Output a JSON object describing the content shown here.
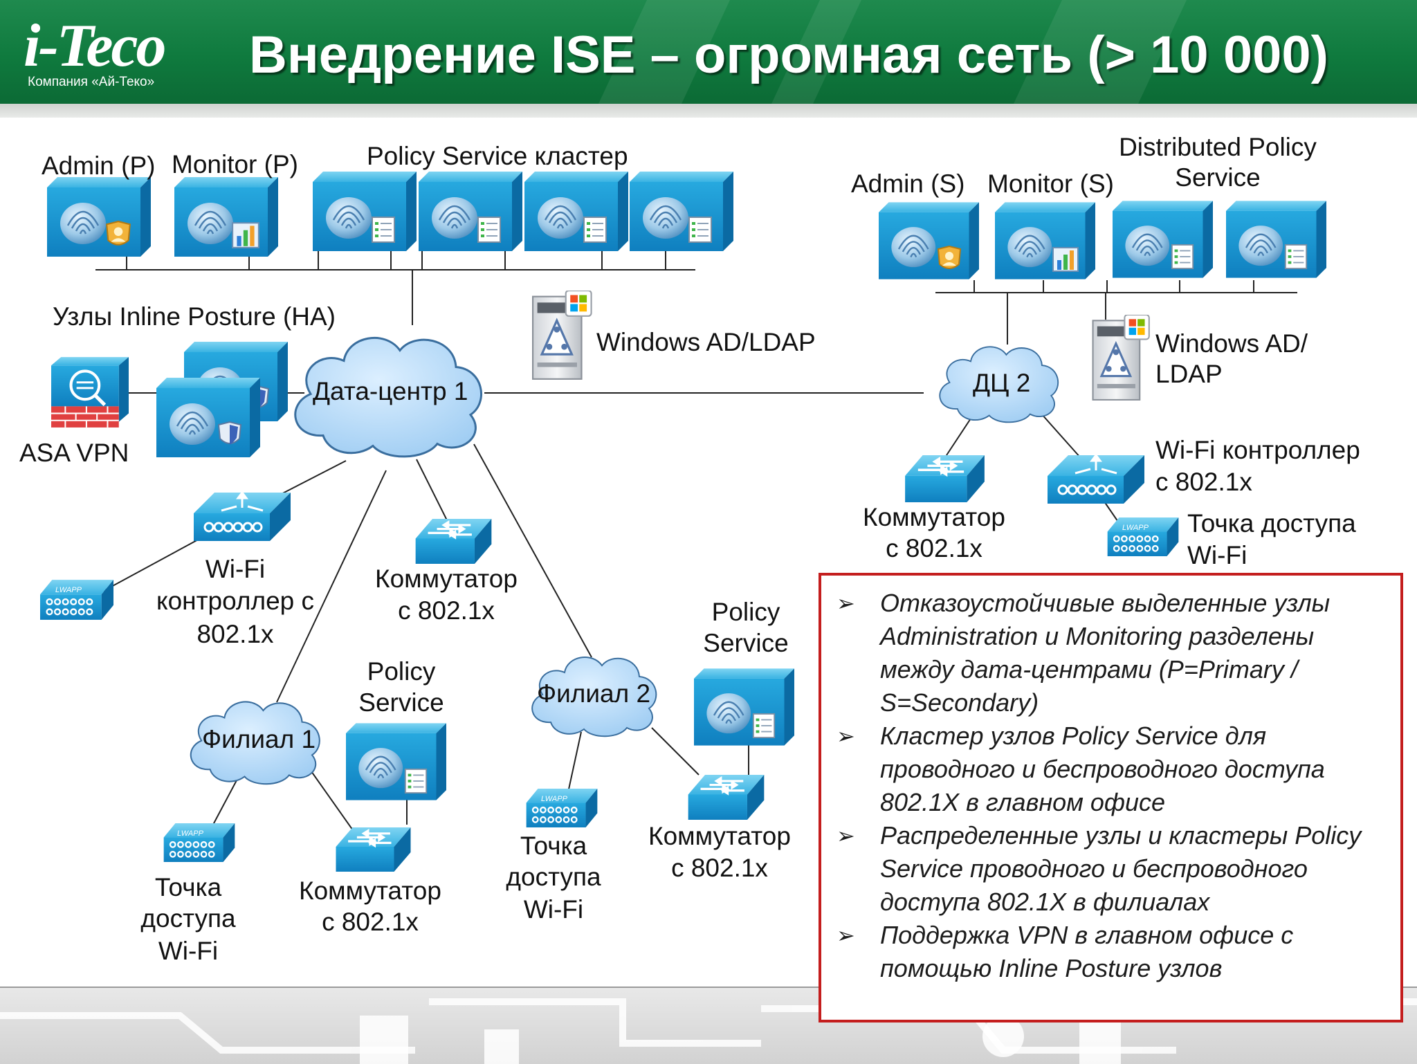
{
  "header": {
    "logo_main": "i-Teco",
    "logo_sub": "Компания «Ай-Теко»",
    "title": "Внедрение ISE – огромная сеть (> 10 000)"
  },
  "labels": {
    "admin_p": "Admin (P)",
    "monitor_p": "Monitor (P)",
    "ps_cluster": "Policy Service кластер",
    "admin_s": "Admin (S)",
    "monitor_s": "Monitor (S)",
    "dist_ps_1": "Distributed Policy",
    "dist_ps_2": "Service",
    "inline_posture": "Узлы Inline Posture (HA)",
    "asa_vpn": "ASA VPN",
    "win_ad_1": "Windows AD/LDAP",
    "win_ad_2a": "Windows AD/",
    "win_ad_2b": "LDAP",
    "dc1": "Дата-центр 1",
    "dc2": "ДЦ 2",
    "branch1": "Филиал 1",
    "branch2": "Филиал 2",
    "wlc_main_1": "Wi-Fi",
    "wlc_main_2": "контроллер с",
    "wlc_main_3": "802.1x",
    "sw_main_1": "Коммутатор",
    "sw_main_2": "с 802.1x",
    "ps_b1_1": "Policy",
    "ps_b1_2": "Service",
    "ps_b2_1": "Policy",
    "ps_b2_2": "Service",
    "ap_b1_1": "Точка",
    "ap_b1_2": "доступа",
    "ap_b1_3": "Wi-Fi",
    "sw_b1_1": "Коммутатор",
    "sw_b1_2": "с 802.1x",
    "ap_b2_1": "Точка",
    "ap_b2_2": "доступа",
    "ap_b2_3": "Wi-Fi",
    "sw_b2_1": "Коммутатор",
    "sw_b2_2": "с 802.1x",
    "sw_dc2_1": "Коммутатор",
    "sw_dc2_2": "с 802.1x",
    "wlc_dc2_1": "Wi-Fi контроллер",
    "wlc_dc2_2": "с 802.1x",
    "ap_dc2_1": "Точка доступа",
    "ap_dc2_2": "Wi-Fi",
    "lwapp": "LWAPP"
  },
  "notes": [
    "Отказоустойчивые выделенные узлы Administration и Monitoring разделены между дата-центрами (P=Primary / S=Secondary)",
    "Кластер узлов Policy Service для проводного и беспроводного доступа 802.1X в главном офисе",
    "Распределенные узлы и кластеры Policy Service проводного и беспроводного доступа 802.1X в филиалах",
    "Поддержка VPN в главном офисе с помощью Inline Posture узлов"
  ],
  "colors": {
    "header_green": "#0f7a3e",
    "device_blue": "#1fa3d9",
    "cloud_fill": "#a9d3f5",
    "note_border": "#c41e1e"
  }
}
